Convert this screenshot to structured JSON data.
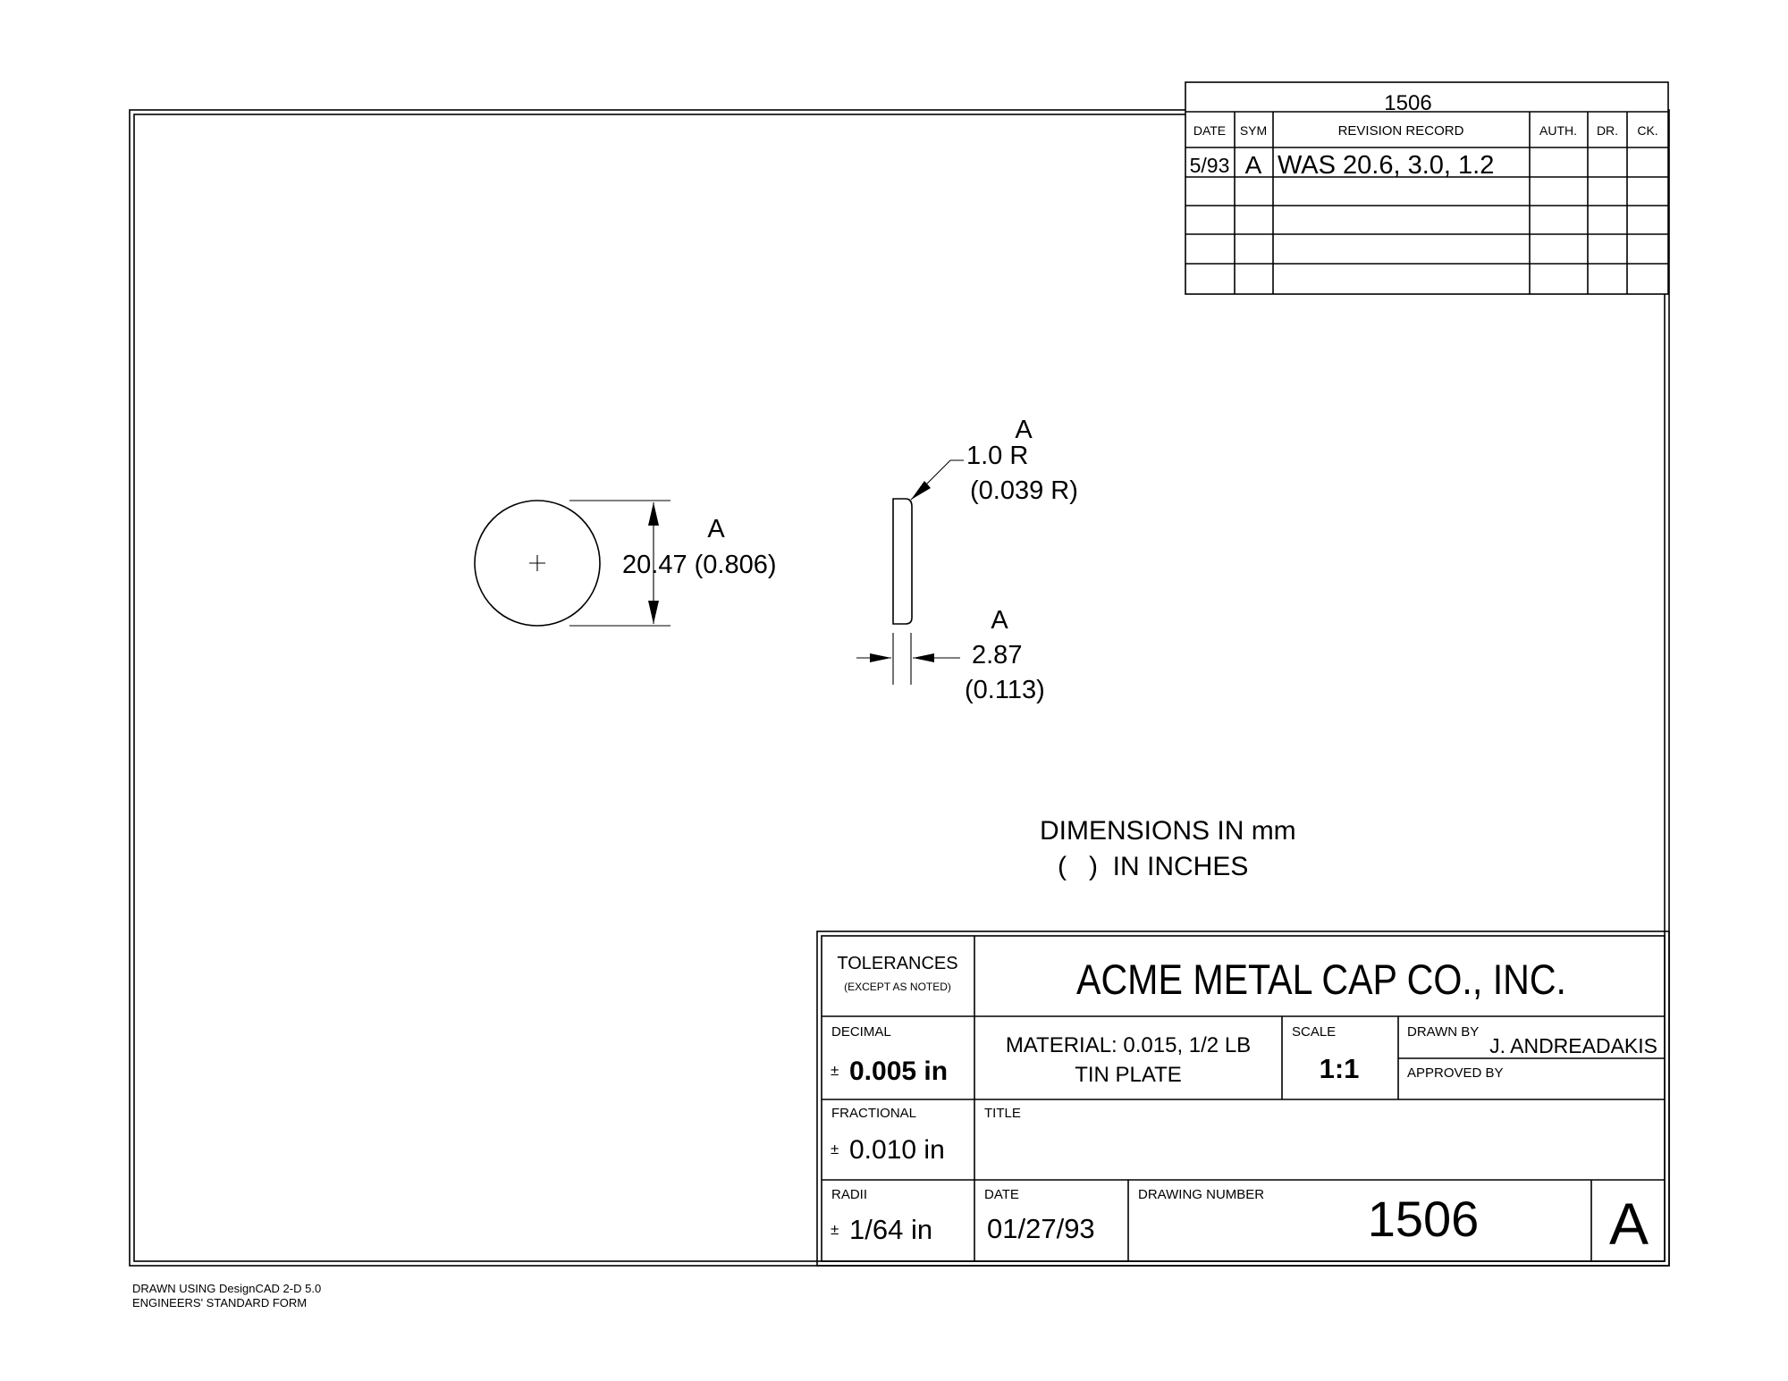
{
  "revision_block": {
    "drawing_number": "1506",
    "headers": [
      "DATE",
      "SYM",
      "REVISION RECORD",
      "AUTH.",
      "DR.",
      "CK."
    ],
    "rows": [
      [
        "5/93",
        "A",
        "WAS 20.6, 3.0, 1.2",
        "",
        "",
        ""
      ],
      [
        "",
        "",
        "",
        "",
        "",
        ""
      ],
      [
        "",
        "",
        "",
        "",
        "",
        ""
      ],
      [
        "",
        "",
        "",
        "",
        "",
        ""
      ]
    ]
  },
  "drawing": {
    "disc_sym": "A",
    "disc_diameter": "20.47 (0.806)",
    "radius_sym": "A",
    "radius_mm": "1.0 R",
    "radius_in": "(0.039 R)",
    "thickness_sym": "A",
    "thickness_mm": "2.87",
    "thickness_in": "(0.113)",
    "units_line1": "DIMENSIONS IN mm",
    "units_line2": "(   )  IN INCHES"
  },
  "title_block": {
    "tolerances_label": "TOLERANCES",
    "tolerances_note": "(EXCEPT AS NOTED)",
    "company": "ACME METAL CAP CO., INC.",
    "decimal_label": "DECIMAL",
    "decimal_value": "0.005 in",
    "plus_minus": "±",
    "material_line1": "MATERIAL: 0.015, 1/2 LB",
    "material_line2": "TIN PLATE",
    "scale_label": "SCALE",
    "scale_value": "1:1",
    "drawn_by_label": "DRAWN BY",
    "drawn_by_value": "J. ANDREADAKIS",
    "approved_by_label": "APPROVED BY",
    "fractional_label": "FRACTIONAL",
    "fractional_value": "0.010 in",
    "title_label": "TITLE",
    "radii_label": "RADII",
    "radii_value": "1/64 in",
    "date_label": "DATE",
    "date_value": "01/27/93",
    "drawing_number_label": "DRAWING NUMBER",
    "drawing_number": "1506",
    "revision_letter": "A"
  },
  "footer": {
    "line1": "DRAWN USING DesignCAD 2-D 5.0",
    "line2": "ENGINEERS' STANDARD FORM"
  }
}
